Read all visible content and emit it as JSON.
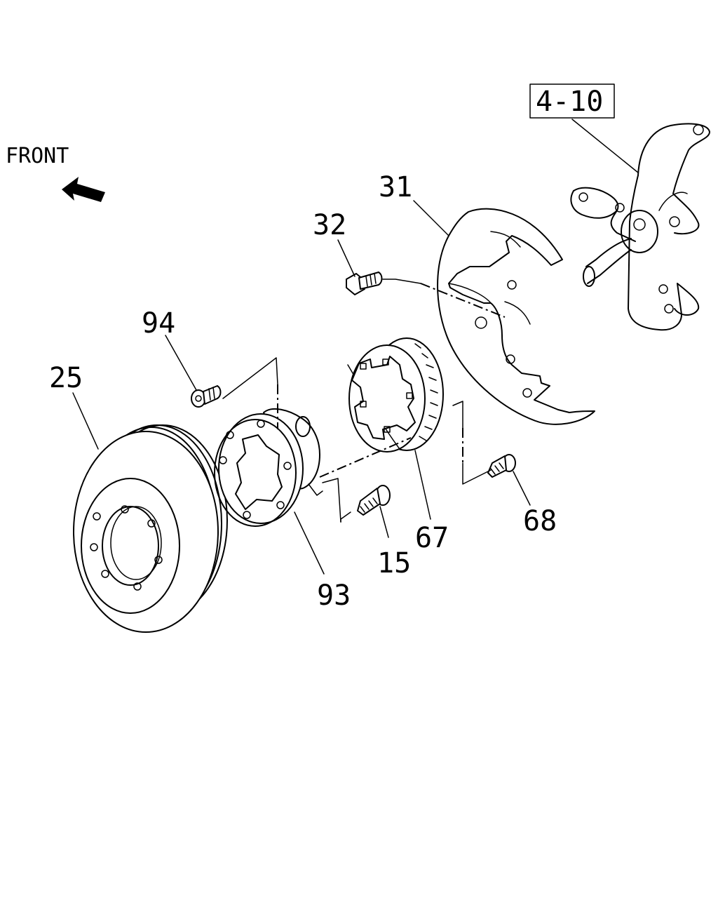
{
  "front_label": "FRONT",
  "ref_box": "4-10",
  "callouts": {
    "c31": "31",
    "c32": "32",
    "c94": "94",
    "c25": "25",
    "c93": "93",
    "c15": "15",
    "c67": "67",
    "c68": "68"
  },
  "parts": [
    {
      "number": "4-10",
      "icon": "steering-knuckle-icon"
    },
    {
      "number": "31",
      "icon": "dust-shield-icon"
    },
    {
      "number": "32",
      "icon": "shield-bolt-icon"
    },
    {
      "number": "94",
      "icon": "hub-bolt-icon"
    },
    {
      "number": "25",
      "icon": "brake-disc-rotor-icon"
    },
    {
      "number": "93",
      "icon": "wheel-hub-bearing-icon"
    },
    {
      "number": "15",
      "icon": "wheel-stud-icon"
    },
    {
      "number": "67",
      "icon": "abs-sensor-ring-icon"
    },
    {
      "number": "68",
      "icon": "sensor-ring-bolt-icon"
    }
  ]
}
